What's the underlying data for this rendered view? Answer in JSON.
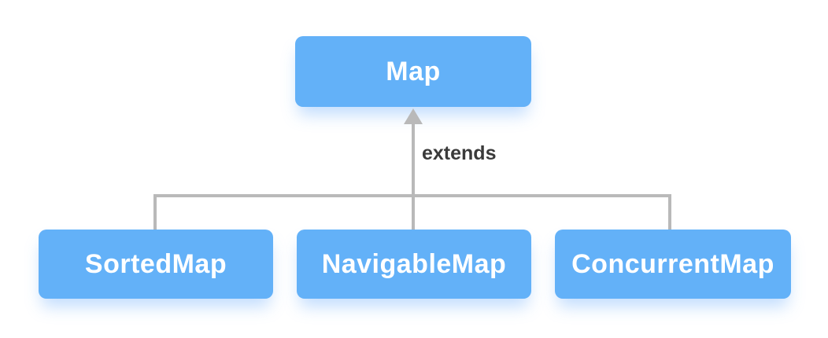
{
  "diagram": {
    "root": {
      "label": "Map"
    },
    "edge_label": "extends",
    "children": [
      {
        "label": "SortedMap"
      },
      {
        "label": "NavigableMap"
      },
      {
        "label": "ConcurrentMap"
      }
    ],
    "colors": {
      "node_fill": "#63b1f8",
      "node_text": "#ffffff",
      "connector": "#b9b9b9",
      "edge_label_text": "#3a3a3a",
      "background": "#ffffff"
    }
  }
}
